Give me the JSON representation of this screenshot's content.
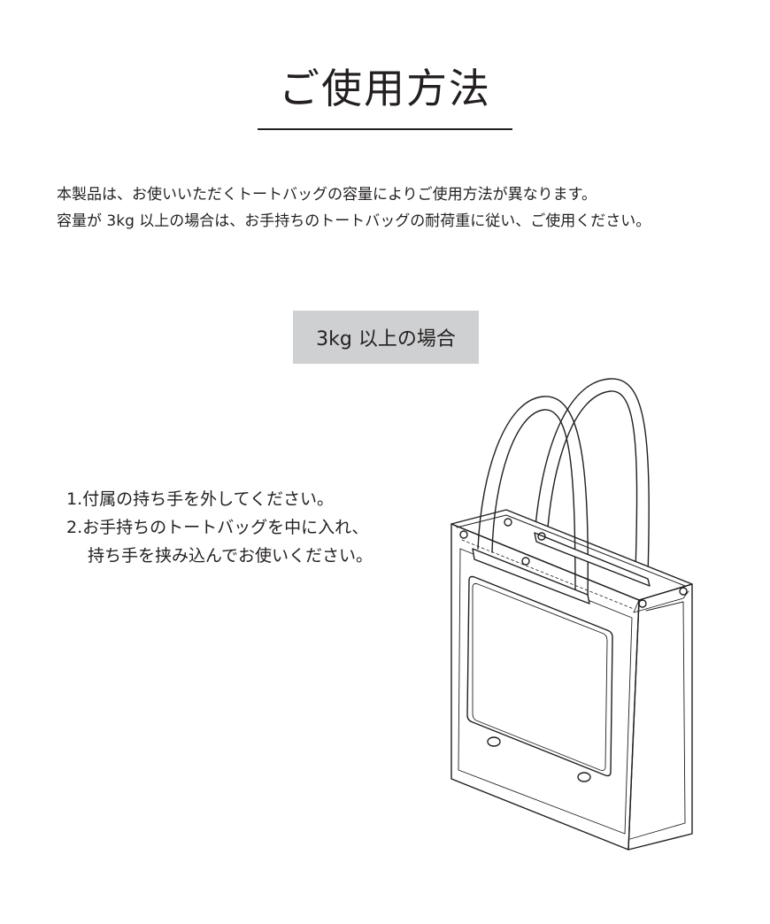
{
  "title": "ご使用方法",
  "intro": {
    "line1": "本製品は、お使いいただくトートバッグの容量によりご使用方法が異なります。",
    "line2": "容量が 3kg 以上の場合は、お手持ちのトートバッグの耐荷重に従い、ご使用ください。"
  },
  "tag_label": "3kg 以上の場合",
  "steps": {
    "step1": "1.付属の持ち手を外してください。",
    "step2_line1": "2.お手持ちのトートバッグを中に入れ、",
    "step2_line2": "持ち手を挟み込んでお使いください。"
  },
  "colors": {
    "text": "#231f20",
    "tag_background": "#cfd0d2",
    "background": "#ffffff"
  }
}
